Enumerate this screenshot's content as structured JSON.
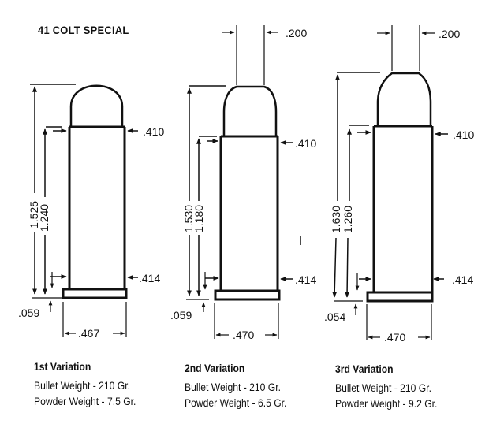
{
  "title": "41 COLT SPECIAL",
  "cartridges": [
    {
      "overall_length": "1.525",
      "case_length": "1.240",
      "neck_diameter": ".410",
      "base_diameter": ".414",
      "rim_thickness": ".059",
      "rim_diameter": ".467",
      "meplat": ""
    },
    {
      "overall_length": "1.530",
      "case_length": "1.180",
      "neck_diameter": ".410",
      "base_diameter": ".414",
      "rim_thickness": ".059",
      "rim_diameter": ".470",
      "meplat": ".200"
    },
    {
      "overall_length": "1.630",
      "case_length": "1.260",
      "neck_diameter": ".410",
      "base_diameter": ".414",
      "rim_thickness": ".054",
      "rim_diameter": ".470",
      "meplat": ".200"
    }
  ],
  "variations": [
    {
      "title": "1st Variation",
      "bullet": "Bullet Weight - 210 Gr.",
      "powder": "Powder Weight - 7.5 Gr."
    },
    {
      "title": "2nd Variation",
      "bullet": "Bullet Weight - 210 Gr.",
      "powder": "Powder Weight - 6.5 Gr."
    },
    {
      "title": "3rd Variation",
      "bullet": "Bullet Weight - 210 Gr.",
      "powder": "Powder Weight - 9.2 Gr."
    }
  ]
}
